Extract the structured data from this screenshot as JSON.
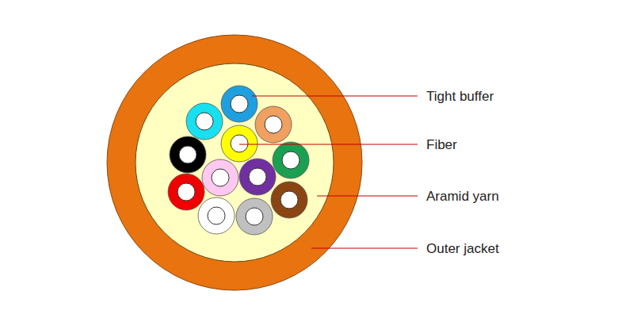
{
  "diagram": {
    "labels": [
      "Tight buffer",
      "Fiber",
      "Aramid yarn",
      "Outer jacket"
    ]
  }
}
